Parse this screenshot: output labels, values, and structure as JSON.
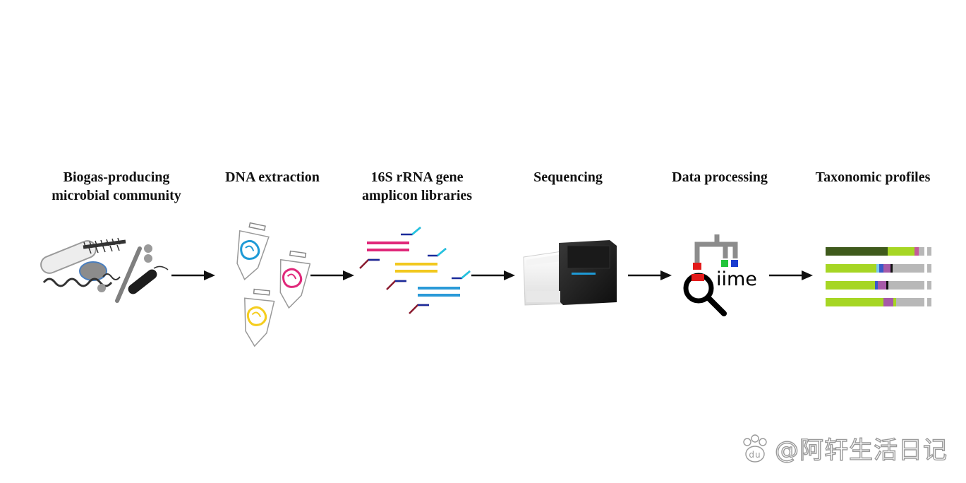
{
  "steps": [
    {
      "label": "Biogas-producing\nmicrobial community"
    },
    {
      "label": "DNA extraction"
    },
    {
      "label": "16S rRNA gene\namplicon libraries"
    },
    {
      "label": "Sequencing"
    },
    {
      "label": "Data processing"
    },
    {
      "label": "Taxonomic profiles"
    }
  ],
  "qiime_logo_text": "iime",
  "watermark": {
    "badge": "du",
    "text": "@阿轩生活日记"
  },
  "colors": {
    "tube_blue": "#1e9ad6",
    "tube_pink": "#e0287a",
    "tube_yellow": "#f5cd1e",
    "bar_magenta": "#e0287a",
    "bar_yellow": "#f2c81e",
    "bar_blue": "#2a9ad8",
    "primer_cyan": "#22c6e0",
    "primer_navy": "#1a2a9a",
    "primer_maroon": "#8a1a2e",
    "profile_green_dark": "#3f5a1c",
    "profile_green": "#a6d624",
    "profile_gray": "#b8b8b8"
  }
}
